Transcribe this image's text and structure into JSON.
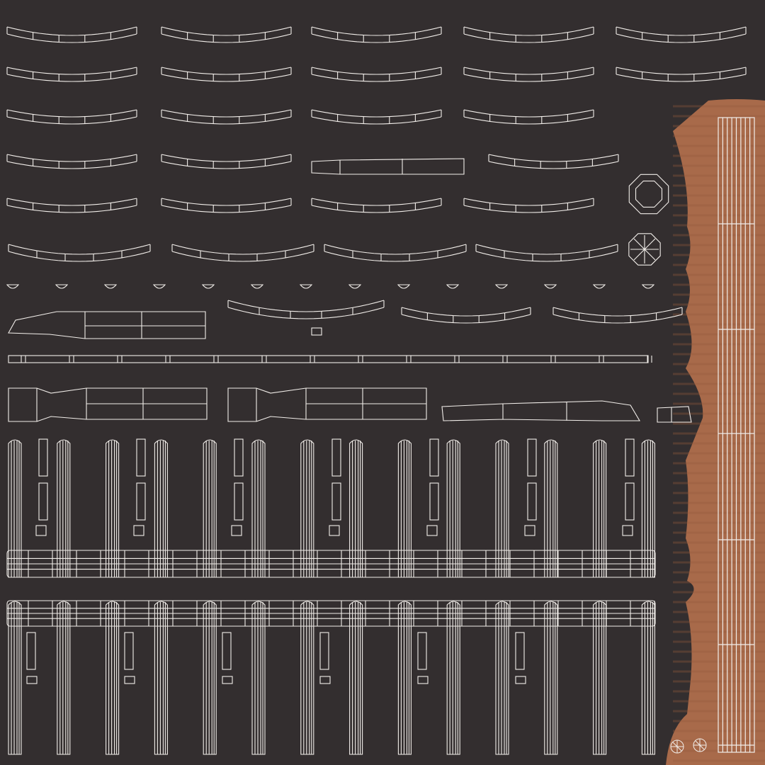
{
  "colors": {
    "background": "#332e2f",
    "wireframe": "#f2eeea",
    "wood": "#a86a4a",
    "wood_dark": "#96593c"
  },
  "uv_layout": {
    "arc_rows": [
      5,
      5,
      4,
      4,
      4,
      4
    ],
    "small_cups": 14,
    "bar_columns": 14,
    "fretboard_strings": 8,
    "octagon_pieces": 2
  }
}
